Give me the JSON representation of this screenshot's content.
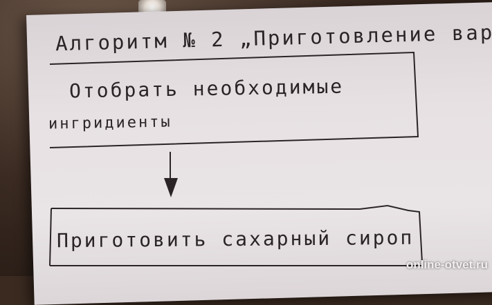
{
  "diagram": {
    "title": "Алгоритм № 2 „Приготовление вар",
    "steps": [
      {
        "line1": "Отобрать необходимые",
        "line2": "ингридиенты"
      },
      {
        "line1": "Приготовить сахарный сироп"
      }
    ]
  },
  "watermark": "online-otvet.ru"
}
